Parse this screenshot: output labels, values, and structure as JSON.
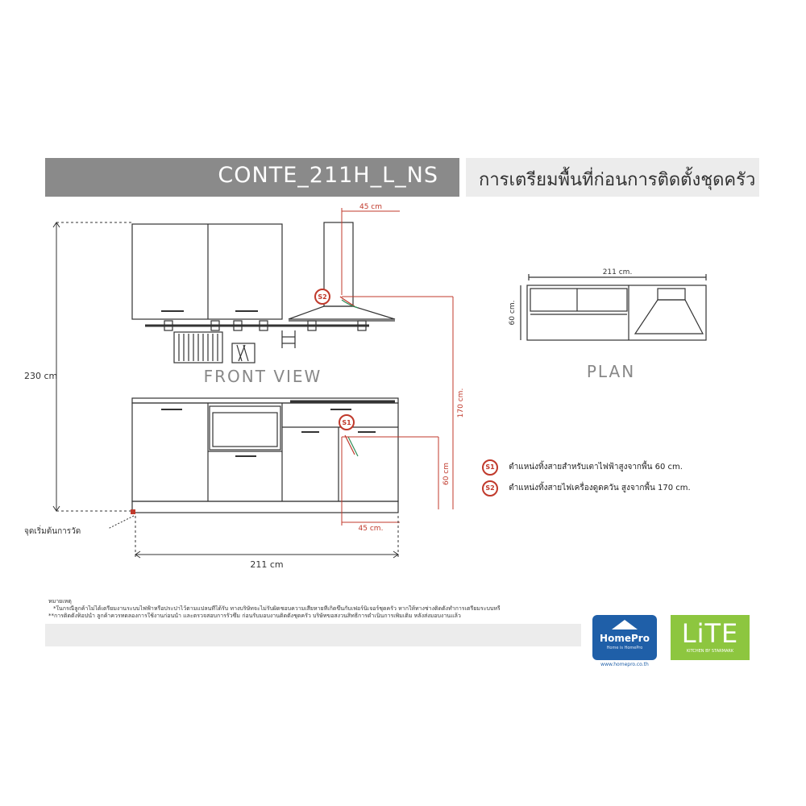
{
  "header": {
    "model_code": "CONTE_211H_L_NS",
    "subtitle": "การเตรียมพื้นที่ก่อนการติดตั้งชุดครัว"
  },
  "front_view": {
    "label": "FRONT VIEW",
    "height_label": "230 cm",
    "width_label": "211 cm",
    "hood_offset_label": "45 cm",
    "hood_height_label": "170 cm.",
    "stove_height_label": "60 cm",
    "stove_offset_label": "45 cm.",
    "start_point_label": "จุดเริ่มต้นการวัด",
    "s1_badge": "S1",
    "s2_badge": "S2"
  },
  "plan_view": {
    "label": "PLAN",
    "width_label": "211 cm.",
    "depth_label": "60 cm."
  },
  "legend": {
    "items": [
      {
        "badge": "S1",
        "text": "ตำแหน่งทิ้งสายสำหรับเตาไฟฟ้าสูงจากพื้น 60 cm."
      },
      {
        "badge": "S2",
        "text": "ตำแหน่งทิ้งสายไฟเครื่องดูดควัน สูงจากพื้น 170 cm."
      }
    ]
  },
  "notes": {
    "title": "หมายเหตุ",
    "line1": "*ในกรณีลูกค้าไม่ได้เตรียมงานระบบไฟฟ้าหรือประปาไว้ตามแปลนที่ได้รับ ทางบริษัทจะไม่รับผิดชอบความเสียหายที่เกิดขึ้นกับเฟอร์นิเจอร์ชุดครัว หากให้ทางช่างติดตั้งทำการเตรียมระบบหรือดัดแปลงพื้นที่หน้างาน",
    "line2": "**การติดตั้งท็อปน้ำ ลูกค้าควรทดลองการใช้งานก่อนน้ำ และตรวจสอบการรั่วซึม ก่อนรับมอบงานติดตั้งชุดครัว บริษัทขอสงวนสิทธิ์การดำเนินการเพิ่มเติม หลังส่งมอบงานแล้ว"
  },
  "logos": {
    "homepro": {
      "name": "HomePro",
      "tagline": "Home is HomePro",
      "url": "www.homepro.co.th"
    },
    "lite": {
      "name": "LiTE",
      "tagline": "KITCHEN BY STARMARK"
    }
  },
  "colors": {
    "title_bar": "#8a8a8a",
    "subtitle_bar": "#ececec",
    "dimension_red": "#c0392b",
    "cabinet_line": "#333333",
    "homepro_blue": "#1f5fa8",
    "lite_green": "#8dc63f"
  }
}
